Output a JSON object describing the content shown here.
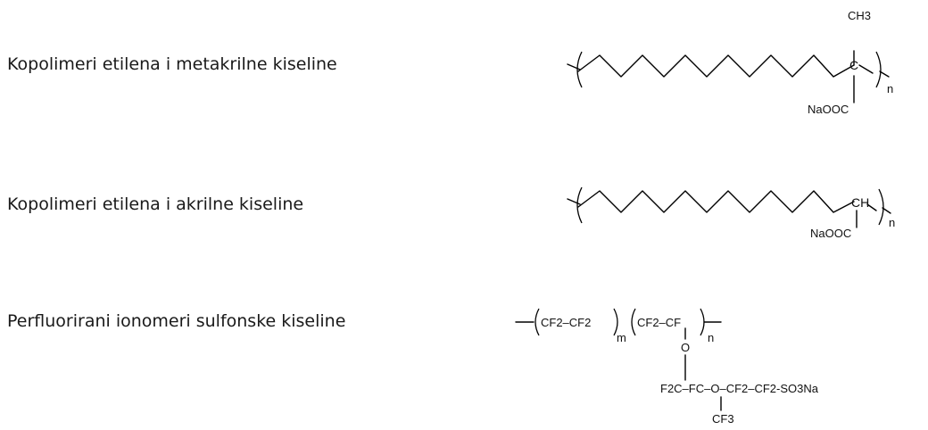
{
  "rows": [
    {
      "label": "Kopolimeri etilena i metakrilne kiseline",
      "structure": {
        "top_group": "CH3",
        "carbon": "C",
        "side_group": "NaOOC",
        "repeat": "n"
      }
    },
    {
      "label": "Kopolimeri etilena i  akrilne kiseline",
      "structure": {
        "carbon": "CH",
        "side_group": "NaOOC",
        "repeat": "n"
      }
    },
    {
      "label": "Perfluorirani ionomeri sulfonske kiseline",
      "structure": {
        "unit1": "CF2–CF2",
        "unit1_repeat": "m",
        "unit2": "CF2–CF",
        "unit2_repeat": "n",
        "oxygen": "O",
        "side_chain": "F2C–FC–O–CF2–CF2-SO3Na",
        "branch": "CF3"
      }
    }
  ]
}
